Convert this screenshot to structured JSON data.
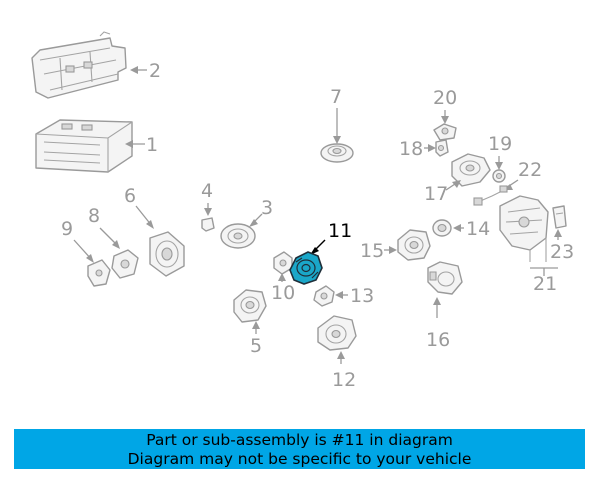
{
  "callouts": {
    "c1": "1",
    "c2": "2",
    "c3": "3",
    "c4": "4",
    "c5": "5",
    "c6": "6",
    "c7": "7",
    "c8": "8",
    "c9": "9",
    "c10": "10",
    "c11": "11",
    "c12": "12",
    "c13": "13",
    "c14": "14",
    "c15": "15",
    "c16": "16",
    "c17": "17",
    "c18": "18",
    "c19": "19",
    "c20": "20",
    "c21": "21",
    "c22": "22",
    "c23": "23"
  },
  "highlight_color": "#1aa7c9",
  "banner": {
    "line1": "Part or sub-assembly is #11 in diagram",
    "line2": "Diagram may not be specific to your vehicle",
    "background": "#00a6e6"
  }
}
